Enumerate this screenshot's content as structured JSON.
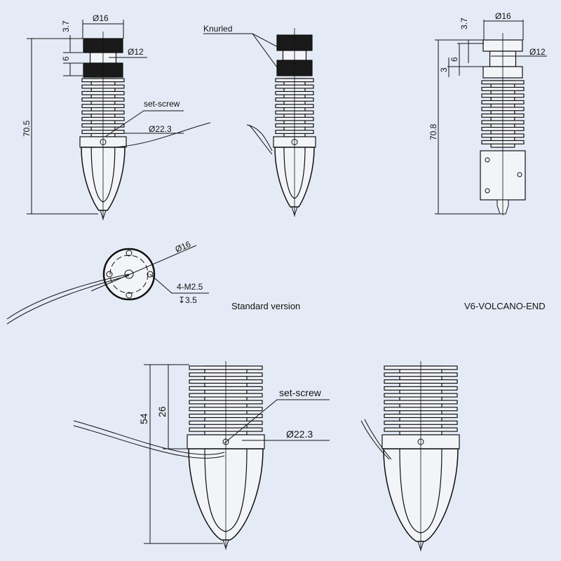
{
  "colors": {
    "background": "#e5ebf6",
    "line": "#111111",
    "part_fill": "#f2f4f8",
    "dark_fill": "#1a1a1a"
  },
  "top_left": {
    "dia_top": "Ø16",
    "h_top": "3.7",
    "h_mid": "6",
    "dia_mid": "Ø12",
    "total_height": "70.5",
    "setscrew": "set-screw",
    "dia_collar": "Ø22.3"
  },
  "top_center": {
    "knurled": "Knurled"
  },
  "top_right": {
    "dia_top": "Ø16",
    "h_top": "3.7",
    "h_mid": "6",
    "h_gap": "3",
    "dia_mid": "Ø12",
    "total_height": "70.8"
  },
  "bottom_view": {
    "dia": "Ø16",
    "thread": "4-M2.5",
    "depth": "↧3.5"
  },
  "captions": {
    "standard": "Standard version",
    "volcano": "V6-VOLCANO-END"
  },
  "bottom_left": {
    "total_height": "54",
    "fin_height": "26",
    "setscrew": "set-screw",
    "dia_collar": "Ø22.3"
  }
}
